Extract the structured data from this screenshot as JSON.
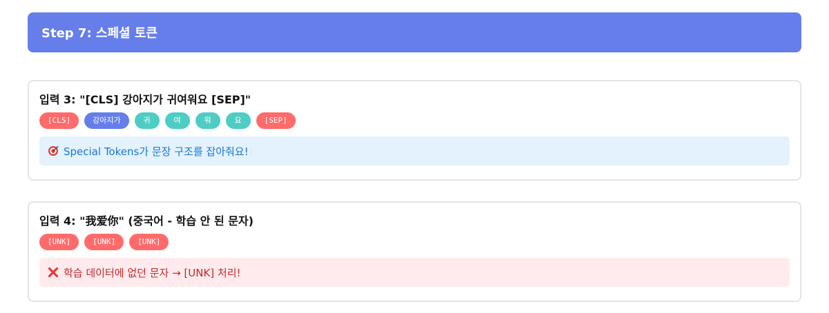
{
  "header": {
    "title": "Step 7: 스페셜 토큰"
  },
  "cards": [
    {
      "title": "입력 3: \"[CLS] 강아지가 귀여워요 [SEP]\"",
      "tokens": [
        "[CLS]",
        "강아지가",
        "귀",
        "여",
        "워",
        "요",
        "[SEP]"
      ],
      "note": {
        "icon": "target-icon",
        "text": "Special Tokens가 문장 구조를 잡아줘요!",
        "color": "#1976d2",
        "background": "#e3f2fd"
      }
    },
    {
      "title": "입력 4: \"我爱你\" (중국어 - 학습 안 된 문자)",
      "tokens": [
        "[UNK]",
        "[UNK]",
        "[UNK]"
      ],
      "note": {
        "icon": "cross-icon",
        "text": "학습 데이터에 없던 문자 → [UNK] 처리!",
        "color": "#c62828",
        "background": "#ffebee"
      }
    }
  ],
  "colors": {
    "header_bg": "#667eea",
    "special_token": "#ff6b6b",
    "word_token": "#667eea",
    "char_token": "#4ecdc4"
  }
}
